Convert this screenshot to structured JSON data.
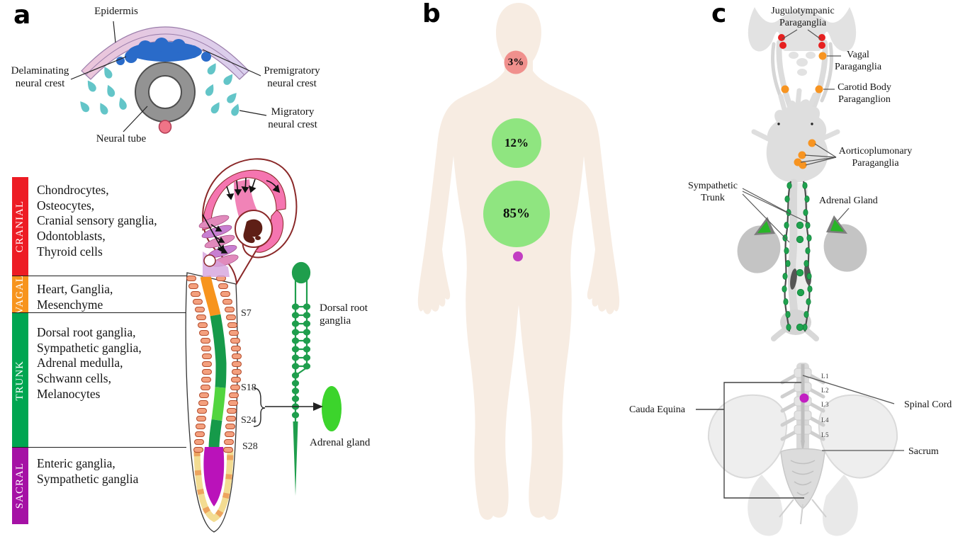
{
  "figure": {
    "panel_a": {
      "letter": "a",
      "cross_section": {
        "epidermis": "Epidermis",
        "delaminating": "Delaminating\nneural crest",
        "premigratory": "Premigratory\nneural crest",
        "migratory": "Migratory\nneural crest",
        "neural_tube": "Neural tube"
      },
      "axial_regions": [
        {
          "name": "CRANIAL",
          "color": "#ed1c24",
          "derivatives": "Chondrocytes,\nOsteocytes,\nCranial sensory ganglia,\nOdontoblasts,\nThyroid cells"
        },
        {
          "name": "VAGAL",
          "color": "#f7941d",
          "derivatives": "Heart, Ganglia,\nMesenchyme"
        },
        {
          "name": "TRUNK",
          "color": "#00a651",
          "derivatives": "Dorsal root ganglia,\nSympathetic ganglia,\nAdrenal medulla,\nSchwann cells,\nMelanocytes"
        },
        {
          "name": "SACRAL",
          "color": "#a511a5",
          "derivatives": "Enteric ganglia,\nSympathetic ganglia"
        }
      ],
      "somite_labels": {
        "s7": "S7",
        "s18": "S18",
        "s24": "S24",
        "s28": "S28"
      },
      "drg_label": "Dorsal root\nganglia",
      "adrenal_label": "Adrenal gland"
    },
    "panel_b": {
      "letter": "b",
      "locations": [
        {
          "value": "3%",
          "site": "head and neck",
          "color": "#f0908d"
        },
        {
          "value": "12%",
          "site": "thorax",
          "color": "#8fe580"
        },
        {
          "value": "85%",
          "site": "abdomen",
          "color": "#8fe580"
        },
        {
          "value": "",
          "site": "pelvis",
          "color": "#c23ec2"
        }
      ]
    },
    "panel_c": {
      "letter": "c",
      "labels": {
        "jugulotympanic": "Jugulotympanic\nParaganglia",
        "vagal": "Vagal\nParaganglia",
        "carotid_body": "Carotid Body\nParaganglion",
        "aorticopulmonary": "Aorticoplumonary\nParaganglia",
        "sympathetic_trunk": "Sympathetic\nTrunk",
        "adrenal_gland": "Adrenal Gland",
        "cauda_equina": "Cauda Equina",
        "spinal_cord": "Spinal Cord",
        "sacrum": "Sacrum"
      },
      "vertebrae": [
        "L1",
        "L2",
        "L3",
        "L4",
        "L5"
      ]
    }
  }
}
